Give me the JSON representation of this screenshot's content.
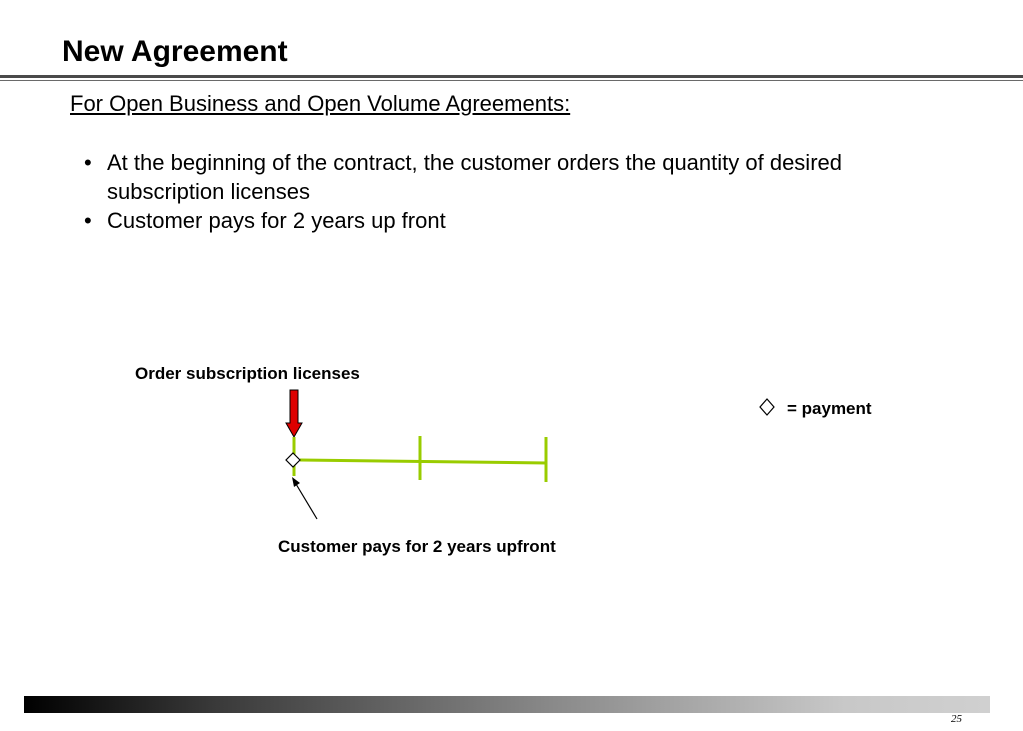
{
  "slide": {
    "title": "New Agreement",
    "subtitle": "For Open Business and Open Volume Agreements:",
    "bullets": [
      "At the beginning of the contract, the customer orders the quantity of desired subscription licenses",
      "Customer pays for 2 years up front"
    ],
    "page_number": "25"
  },
  "diagram": {
    "order_label": "Order subscription licenses",
    "payment_label": "Customer pays for 2 years upfront",
    "legend": {
      "symbol": "◇",
      "text": "= payment"
    },
    "colors": {
      "timeline": "#99cc00",
      "order_arrow": "#dd0000",
      "order_arrow_outline": "#000000",
      "pointer_arrow": "#000000"
    }
  }
}
